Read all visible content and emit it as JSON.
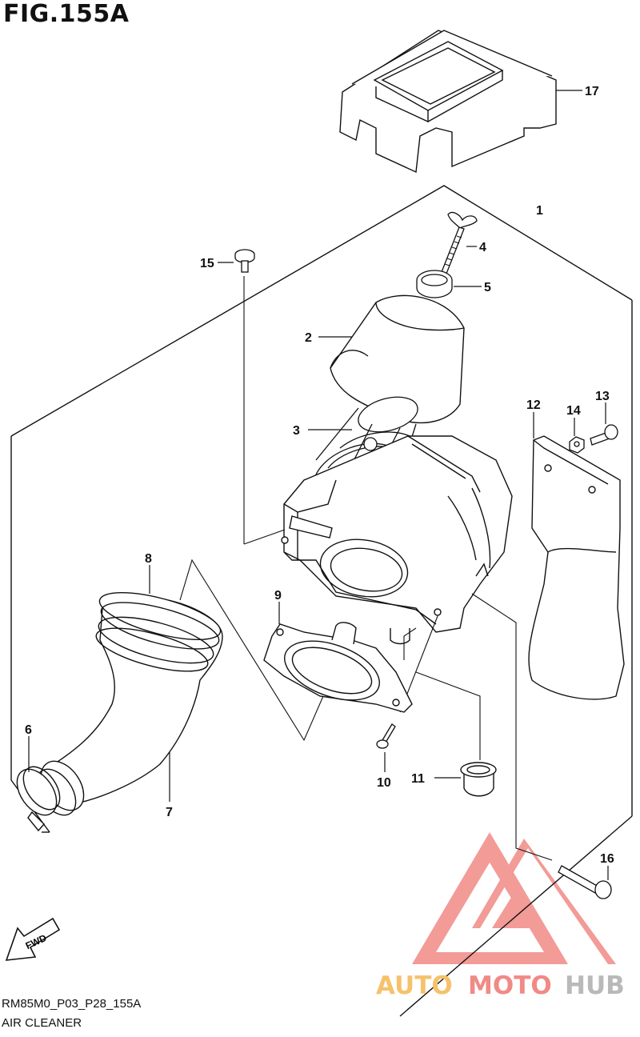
{
  "figure": {
    "title": "FIG.155A",
    "code": "RM85M0_P03_P28_155A",
    "name": "AIR CLEANER"
  },
  "fwd_label": "FWD",
  "watermark": {
    "part1": "AUTO",
    "part2": "MOTO",
    "part3": "HUB",
    "colors": {
      "logo": "#f08a86",
      "auto": "#f5c26b",
      "moto": "#f08a86",
      "hub": "#b9b9b9"
    }
  },
  "callouts": [
    "1",
    "2",
    "3",
    "4",
    "5",
    "6",
    "7",
    "8",
    "9",
    "10",
    "11",
    "12",
    "13",
    "14",
    "15",
    "16",
    "17"
  ]
}
